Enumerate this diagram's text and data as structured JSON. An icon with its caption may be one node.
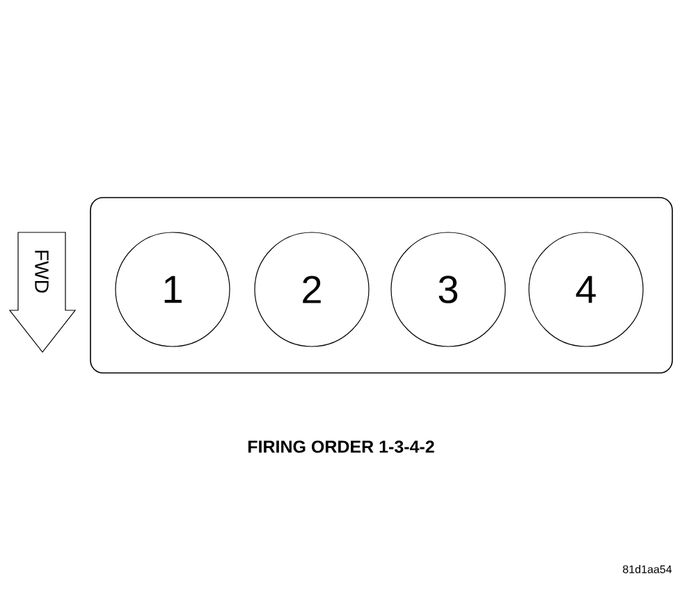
{
  "diagram": {
    "caption": "FIRING ORDER 1-3-4-2",
    "nodes": [
      {
        "text": [],
        "shape": "box"
      },
      {
        "text": [
          "1"
        ],
        "in": 0
      },
      {
        "text": [
          "2"
        ],
        "in": 0
      },
      {
        "text": [
          "3"
        ],
        "in": 0
      },
      {
        "text": [
          "4"
        ],
        "in": 0
      }
    ],
    "edges": [],
    "labels": [
      "FWD",
      "81d1aa54"
    ]
  }
}
